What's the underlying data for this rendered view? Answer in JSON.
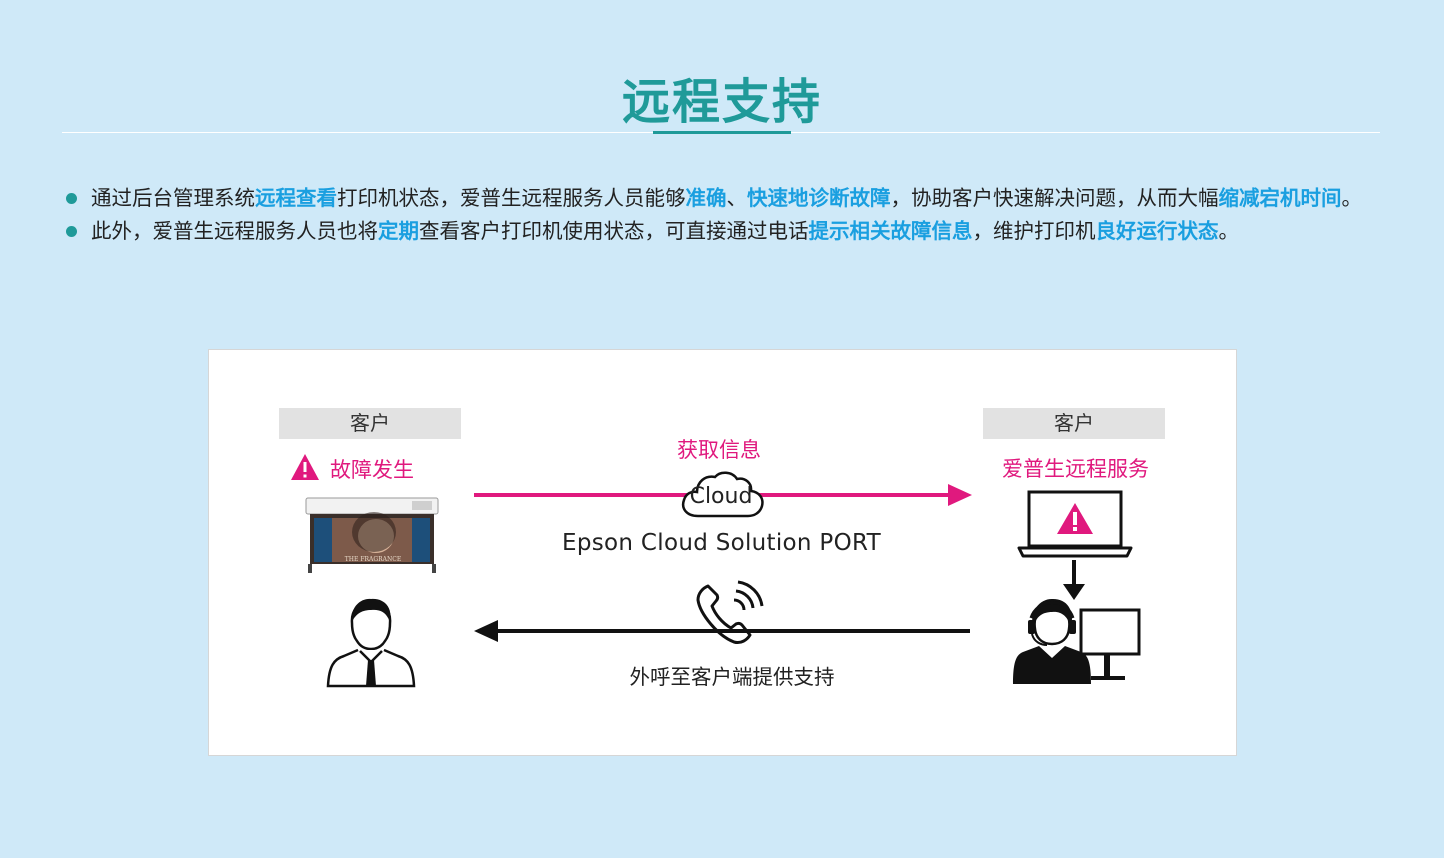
{
  "page": {
    "title": "远程支持",
    "accent_color": "#1f9a99",
    "highlight_color": "#1a9fe0"
  },
  "bullets": [
    {
      "parts": [
        {
          "text": "通过后台管理系统",
          "highlight": false
        },
        {
          "text": "远程查看",
          "highlight": true
        },
        {
          "text": "打印机状态，爱普生远程服务人员能够",
          "highlight": false
        },
        {
          "text": "准确",
          "highlight": true
        },
        {
          "text": "、",
          "highlight": false
        },
        {
          "text": "快速地诊断故障",
          "highlight": true
        },
        {
          "text": "，协助客户快速解决问题，从而大幅",
          "highlight": false
        },
        {
          "text": "缩减宕机时间",
          "highlight": true
        },
        {
          "text": "。",
          "highlight": false
        }
      ]
    },
    {
      "parts": [
        {
          "text": "此外，爱普生远程服务人员也将",
          "highlight": false
        },
        {
          "text": "定期",
          "highlight": true
        },
        {
          "text": "查看客户打印机使用状态，可直接通过电话",
          "highlight": false
        },
        {
          "text": "提示相关故障信息",
          "highlight": true
        },
        {
          "text": "，维护打印机",
          "highlight": false
        },
        {
          "text": "良好运行状态",
          "highlight": true
        },
        {
          "text": "。",
          "highlight": false
        }
      ]
    }
  ],
  "diagram": {
    "left_tag": "客户",
    "right_tag": "客户",
    "fault_label": "故障发生",
    "right_title": "爱普生远程服务",
    "info_label": "获取信息",
    "cloud_label": "Cloud",
    "solution_label": "Epson Cloud Solution PORT",
    "callback_label": "外呼至客户端提供支持",
    "printer_caption": "THE FRAGRANCE",
    "arrow_magenta": "#e0197e",
    "arrow_black": "#111111",
    "icons": [
      "warning-icon",
      "printer-icon",
      "cloud-icon",
      "laptop-icon",
      "down-arrow-icon",
      "customer-person-icon",
      "phone-icon",
      "support-agent-icon"
    ]
  }
}
